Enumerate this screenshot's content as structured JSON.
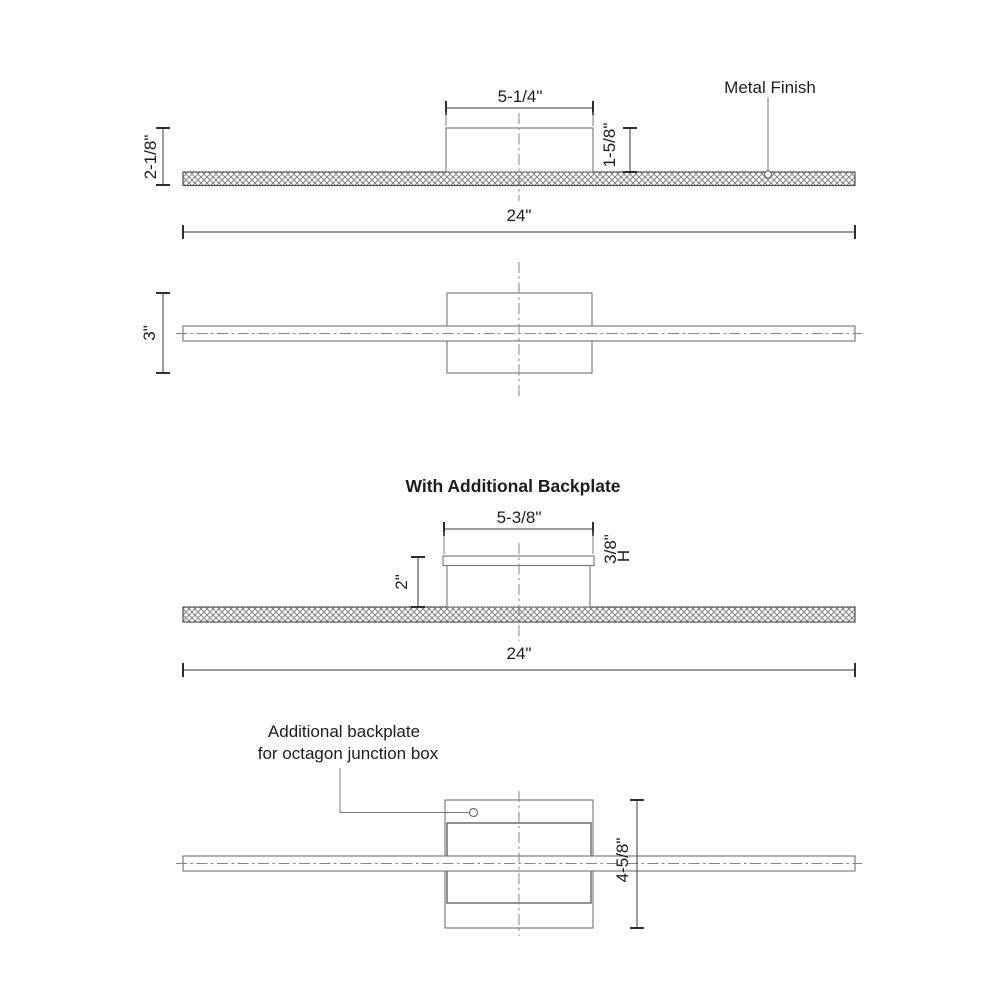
{
  "title": "With Additional Backplate",
  "callouts": {
    "metal_finish": "Metal Finish",
    "backplate_note_line1": "Additional backplate",
    "backplate_note_line2": "for octagon junction box"
  },
  "side_view": {
    "backplate_width": "5-1/4\"",
    "backplate_height": "1-5/8\"",
    "overall_height": "2-1/8\"",
    "overall_width": "24\""
  },
  "front_view": {
    "backplate_height": "3\""
  },
  "backplate_side_view": {
    "plate_width": "5-3/8\"",
    "plate_thickness": "3/8\"",
    "plate_thickness_suffix": "H",
    "body_height": "2\"",
    "overall_width": "24\""
  },
  "backplate_front_view": {
    "plate_height": "4-5/8\""
  }
}
